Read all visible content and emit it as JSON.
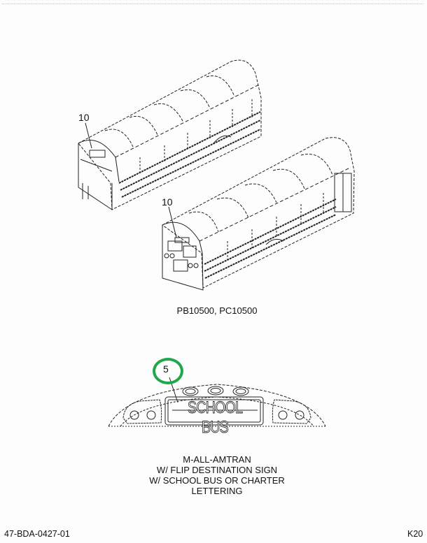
{
  "diagram": {
    "upper_bus": {
      "callout": "10"
    },
    "lower_bus": {
      "callout": "10"
    },
    "bus_models_caption": "PB10500, PC10500",
    "sign_detail": {
      "callout": "5",
      "sign_text": "SCHOOL BUS",
      "highlight_color": "#1ea84a"
    },
    "sign_caption": [
      "M-ALL-AMTRAN",
      "W/ FLIP DESTINATION SIGN",
      "W/ SCHOOL BUS OR CHARTER",
      "LETTERING"
    ]
  },
  "footer": {
    "drawing_number": "47-BDA-0427-01",
    "page_code": "K20"
  }
}
